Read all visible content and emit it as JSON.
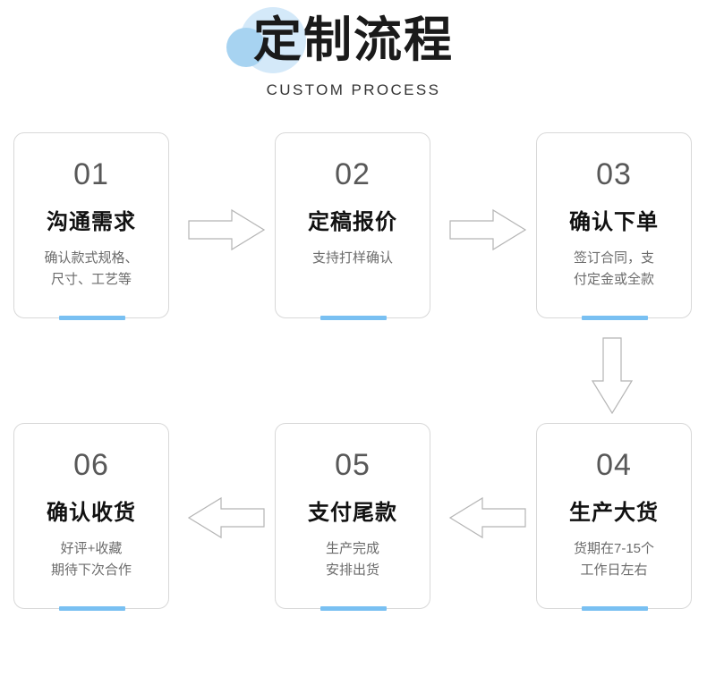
{
  "header": {
    "title_cn": "定制流程",
    "title_en": "CUSTOM PROCESS",
    "decor": {
      "circle_large": "#d4e9f9",
      "circle_small": "#a7d3f1"
    }
  },
  "theme": {
    "accent": "#79c0f2",
    "card_border": "#d8d8d8",
    "number_color": "#585858",
    "title_color": "#111111",
    "desc_color": "#6b6b6b",
    "arrow_stroke": "#b5b5b5",
    "background": "#ffffff"
  },
  "steps": [
    {
      "num": "01",
      "name": "沟通需求",
      "desc": "确认款式规格、\n尺寸、工艺等"
    },
    {
      "num": "02",
      "name": "定稿报价",
      "desc": "支持打样确认"
    },
    {
      "num": "03",
      "name": "确认下单",
      "desc": "签订合同，支\n付定金或全款"
    },
    {
      "num": "04",
      "name": "生产大货",
      "desc": "货期在7-15个\n工作日左右"
    },
    {
      "num": "05",
      "name": "支付尾款",
      "desc": "生产完成\n安排出货"
    },
    {
      "num": "06",
      "name": "确认收货",
      "desc": "好评+收藏\n期待下次合作"
    }
  ],
  "arrows": [
    {
      "id": "step-1-to-2",
      "direction": "right"
    },
    {
      "id": "step-2-to-3",
      "direction": "right"
    },
    {
      "id": "step-3-to-4",
      "direction": "down"
    },
    {
      "id": "step-4-to-5",
      "direction": "left"
    },
    {
      "id": "step-5-to-6",
      "direction": "left"
    }
  ]
}
